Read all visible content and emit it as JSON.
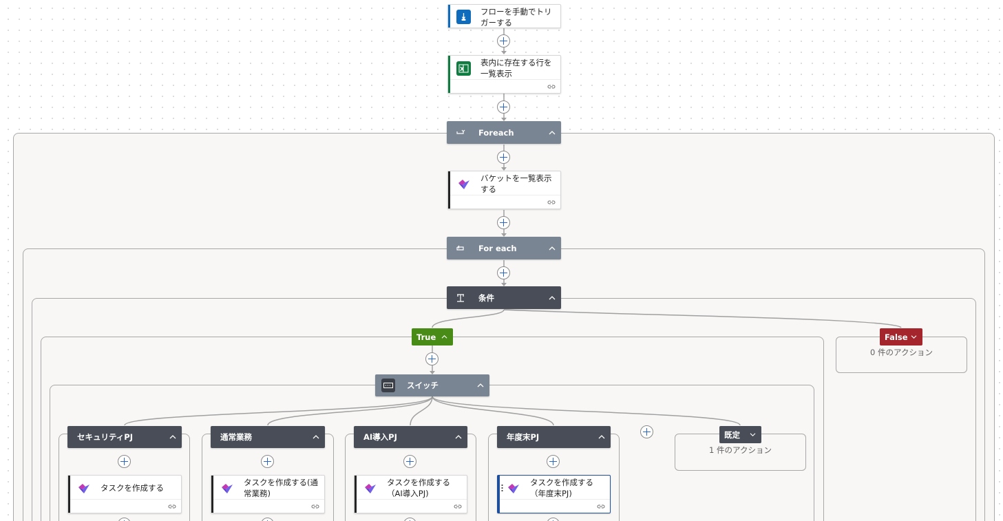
{
  "trigger": {
    "title": "フローを手動でトリガーする",
    "icon": "manual-trigger-icon",
    "accent": "#0f6cbd"
  },
  "list_rows": {
    "title": "表内に存在する行を一覧表示",
    "icon": "excel-icon",
    "accent": "#107c41"
  },
  "foreach_outer": {
    "label": "Foreach",
    "icon": "loop-icon"
  },
  "list_buckets": {
    "title": "バケットを一覧表示する",
    "icon": "planner-icon"
  },
  "foreach_inner": {
    "label": "For each",
    "icon": "loop-icon"
  },
  "condition": {
    "label": "条件",
    "icon": "condition-icon"
  },
  "true_branch": {
    "label": "True",
    "color": "#488c17"
  },
  "false_branch": {
    "label": "False",
    "color": "#a4262c",
    "empty_text": "0 件のアクション"
  },
  "switch": {
    "label": "スイッチ",
    "icon": "switch-icon"
  },
  "cases": [
    {
      "label": "セキュリティPJ",
      "task": "タスクを作成する"
    },
    {
      "label": "通常業務",
      "task": "タスクを作成する(通常業務)"
    },
    {
      "label": "AI導入PJ",
      "task": "タスクを作成する（AI導入PJ)"
    },
    {
      "label": "年度末PJ",
      "task": "タスクを作成する（年度末PJ)"
    }
  ],
  "default_case": {
    "label": "既定",
    "empty_text": "1 件のアクション"
  },
  "colors": {
    "loop_header": "#7a8594",
    "control_header": "#484d57",
    "plus_icon": "#2b65c9"
  }
}
